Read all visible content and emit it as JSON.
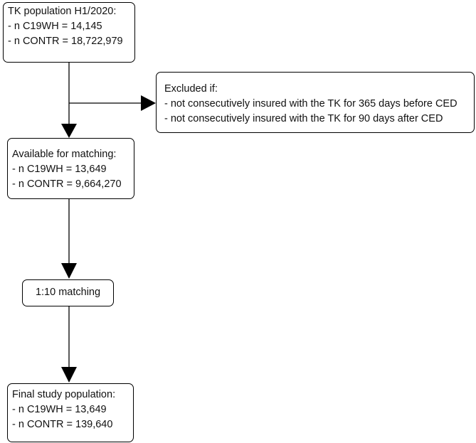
{
  "population": {
    "title": "TK population H1/2020:",
    "lines": [
      "- n C19WH = 14,145",
      "- n CONTR = 18,722,979"
    ]
  },
  "excluded": {
    "title": "Excluded if:",
    "lines": [
      "- not consecutively insured with the TK for 365 days before CED",
      "- not consecutively insured with the TK for 90 days after CED"
    ]
  },
  "available": {
    "title": "Available for matching:",
    "lines": [
      "- n C19WH = 13,649",
      "- n CONTR = 9,664,270"
    ]
  },
  "matching": {
    "title": "1:10 matching"
  },
  "final": {
    "title": "Final study population:",
    "lines": [
      "- n C19WH = 13,649",
      "- n CONTR = 139,640"
    ]
  },
  "colors": {
    "stroke": "#000000",
    "text": "#111111",
    "background": "#ffffff"
  }
}
